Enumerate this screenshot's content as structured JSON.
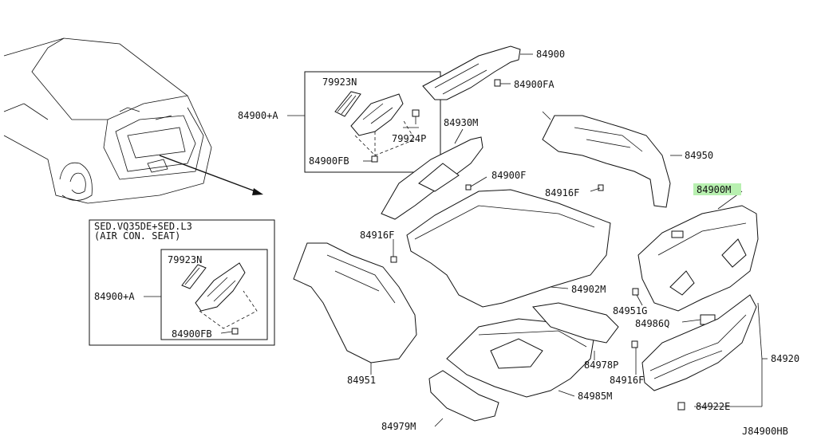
{
  "diagram_id": "J84900HB",
  "inset_note": {
    "line1": "SED.VQ35DE+SED.L3",
    "line2": "(AIR CON. SEAT)"
  },
  "labels": {
    "p84900": "84900",
    "p84900FA": "84900FA",
    "p84900A_top": "84900+A",
    "p79923N_top": "79923N",
    "p79924P": "79924P",
    "p84900FB_top": "84900FB",
    "p84930M": "84930M",
    "p84900F": "84900F",
    "p84950": "84950",
    "p84916F_right": "84916F",
    "p84900M": "84900M",
    "p84916F_left": "84916F",
    "p79923N_inset": "79923N",
    "p84900A_inset": "84900+A",
    "p84900FB_inset": "84900FB",
    "p84902M": "84902M",
    "p84951G": "84951G",
    "p84986Q": "84986Q",
    "p84920": "84920",
    "p84978P": "84978P",
    "p84916F_lower": "84916F",
    "p84951": "84951",
    "p84985M": "84985M",
    "p84922E": "84922E",
    "p84979M": "84979M"
  },
  "highlight_color": "#b8f0b0"
}
